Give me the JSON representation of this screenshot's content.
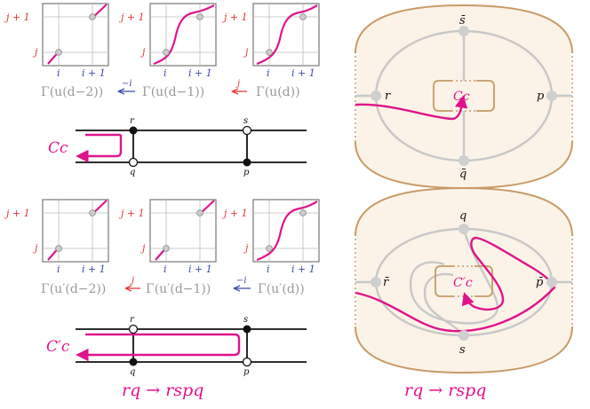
{
  "colors": {
    "magenta": "#e0138c",
    "gray_curve": "#c8c8c8",
    "annulus_fill": "#fbf3e8",
    "annulus_stroke": "#c89a66",
    "red_label": "#e53935",
    "blue_label": "#3949ab",
    "gray_text": "#9a9a9a"
  },
  "top": {
    "panel_labels": {
      "j_plus_1": "j + 1",
      "j": "j",
      "i": "i",
      "i_plus_1": "i + 1"
    },
    "gammas": [
      "Γ(u(d−2))",
      "Γ(u(d−1))",
      "Γ(u(d))"
    ],
    "arrow1_label": "−i",
    "arrow2_label": "j",
    "strand": {
      "curve_label": "Cc",
      "top_left_vertex": "r",
      "bottom_left_vertex": "q",
      "top_right_vertex": "s",
      "bottom_right_vertex": "p"
    },
    "annulus": {
      "label_top": "s̄",
      "label_bottom": "q̄",
      "label_left": "r",
      "label_right": "p",
      "center_label": "Cc"
    }
  },
  "bottom": {
    "gammas": [
      "Γ(u′(d−2))",
      "Γ(u′(d−1))",
      "Γ(u′(d))"
    ],
    "arrow1_label": "j",
    "arrow2_label": "−i",
    "strand": {
      "curve_label": "C′c",
      "top_left_vertex": "r",
      "bottom_left_vertex": "q",
      "top_right_vertex": "s",
      "bottom_right_vertex": "p"
    },
    "annulus": {
      "label_top": "q",
      "label_bottom": "s",
      "label_left": "r̄",
      "label_right": "p̄",
      "center_label": "C′c"
    }
  },
  "captions": {
    "left": "rq → rspq",
    "right": "rq → rspq"
  }
}
